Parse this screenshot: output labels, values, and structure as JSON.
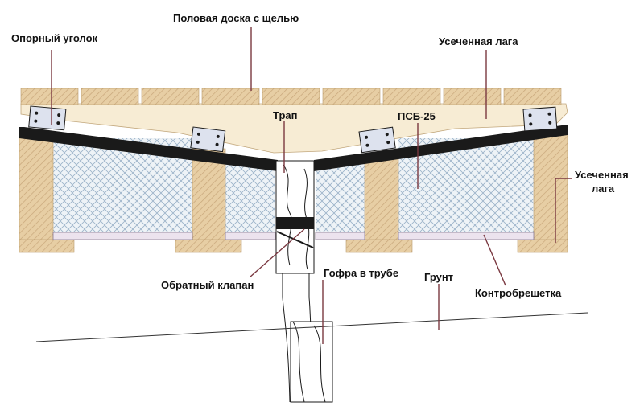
{
  "labels": {
    "floor_board": "Половая доска с щелью",
    "support_corner": "Опорный уголок",
    "truncated_joist_top": "Усеченная лага",
    "trap": "Трап",
    "psb": "ПСБ-25",
    "truncated_joist_right_1": "Усеченная",
    "truncated_joist_right_2": "лага",
    "check_valve": "Обратный клапан",
    "corrugation": "Гофра в трубе",
    "ground": "Грунт",
    "counter_lattice": "Контробрешетка"
  },
  "colors": {
    "wood": "#e7cea4",
    "wood_hatch": "#c8a67a",
    "membrane": "#1a1a1a",
    "insulation_bg": "#eef3f7",
    "insulation_mesh": "#9ab2c8",
    "counter_lattice": "#ece3ee",
    "bracket": "#dde2ee",
    "leader": "#7a3840",
    "ground_line": "#333333"
  }
}
